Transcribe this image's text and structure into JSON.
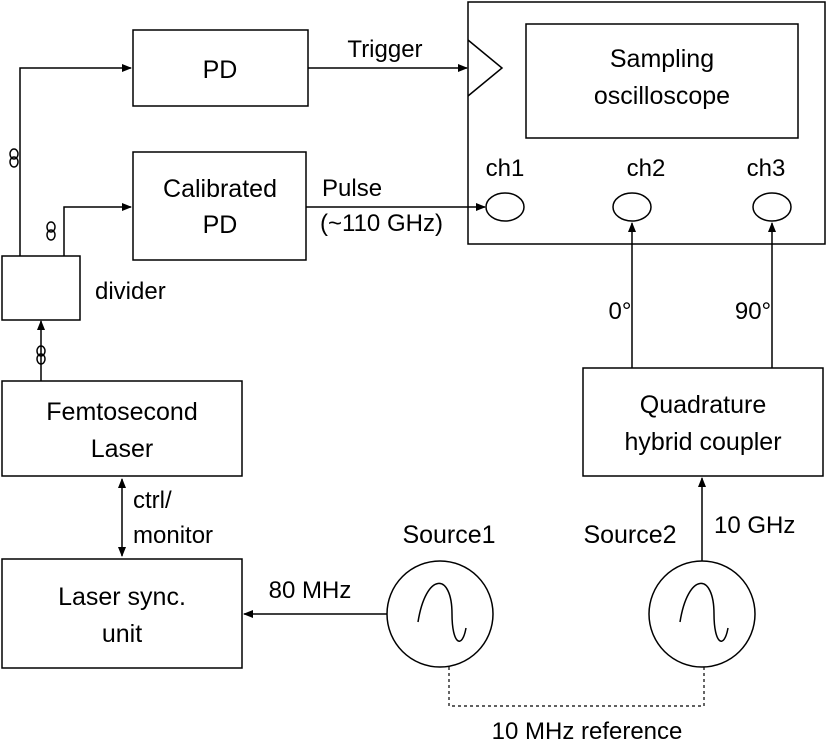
{
  "blocks": {
    "pd": "PD",
    "calibrated_pd_line1": "Calibrated",
    "calibrated_pd_line2": "PD",
    "divider": "divider",
    "laser_line1": "Femtosecond",
    "laser_line2": "Laser",
    "sync_line1": "Laser sync.",
    "sync_line2": "unit",
    "scope_line1": "Sampling",
    "scope_line2": "oscilloscope",
    "coupler_line1": "Quadrature",
    "coupler_line2": "hybrid  coupler",
    "source1": "Source1",
    "source2": "Source2"
  },
  "channels": {
    "ch1": "ch1",
    "ch2": "ch2",
    "ch3": "ch3"
  },
  "signals": {
    "trigger": "Trigger",
    "pulse_line1": "Pulse",
    "pulse_line2": "(~110 GHz)",
    "ctrl_line1": "ctrl/",
    "ctrl_line2": "monitor",
    "freq_80": "80 MHz",
    "freq_10g": "10 GHz",
    "phase_0": "0°",
    "phase_90": "90°",
    "reference": "10 MHz reference"
  }
}
